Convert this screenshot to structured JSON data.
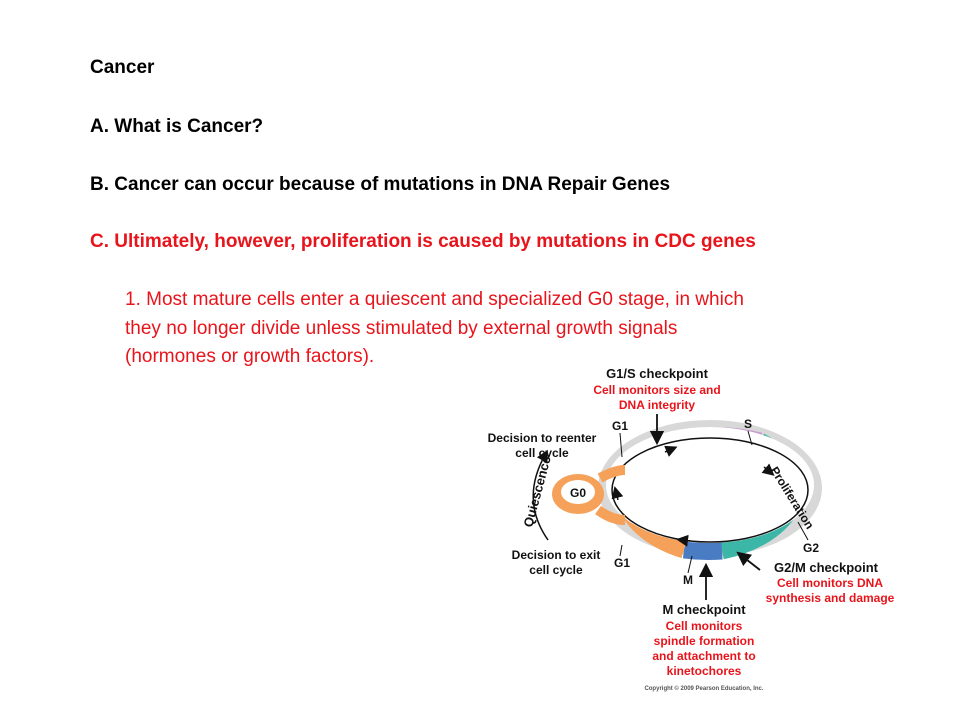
{
  "slide": {
    "title": "Cancer",
    "item_a": "A.   What is Cancer?",
    "item_b": "B. Cancer can occur because of mutations in DNA Repair Genes",
    "item_c": "C. Ultimately, however, proliferation is caused by mutations in CDC genes",
    "sub_point": [
      "1. Most mature cells enter a quiescent and specialized G0 stage, in which",
      "they no longer divide unless stimulated by external growth signals",
      "(hormones or growth factors)."
    ]
  },
  "diagram": {
    "g1s_title": "G1/S checkpoint",
    "g1s_desc": [
      "Cell monitors size and",
      "DNA integrity"
    ],
    "label_g1_top": "G1",
    "label_s": "S",
    "label_g2": "G2",
    "label_m": "M",
    "label_g1_bottom": "G1",
    "label_g0": "G0",
    "reenter": [
      "Decision to reenter",
      "cell cycle"
    ],
    "exit": [
      "Decision to exit",
      "cell cycle"
    ],
    "quiescence": "Quiescence",
    "proliferation": "Proliferation",
    "g2m_title": "G2/M checkpoint",
    "g2m_desc": [
      "Cell monitors DNA",
      "synthesis and damage"
    ],
    "m_title": "M checkpoint",
    "m_desc": [
      "Cell monitors",
      "spindle formation",
      "and attachment to",
      "kinetochores"
    ],
    "copyright": "Copyright © 2009 Pearson Education, Inc.",
    "colors": {
      "g1": "#f5a15a",
      "s": "#c99ad0",
      "g2": "#3cb6a6",
      "m": "#4a7cc4",
      "checkpoint_red": "#e8141b"
    }
  }
}
